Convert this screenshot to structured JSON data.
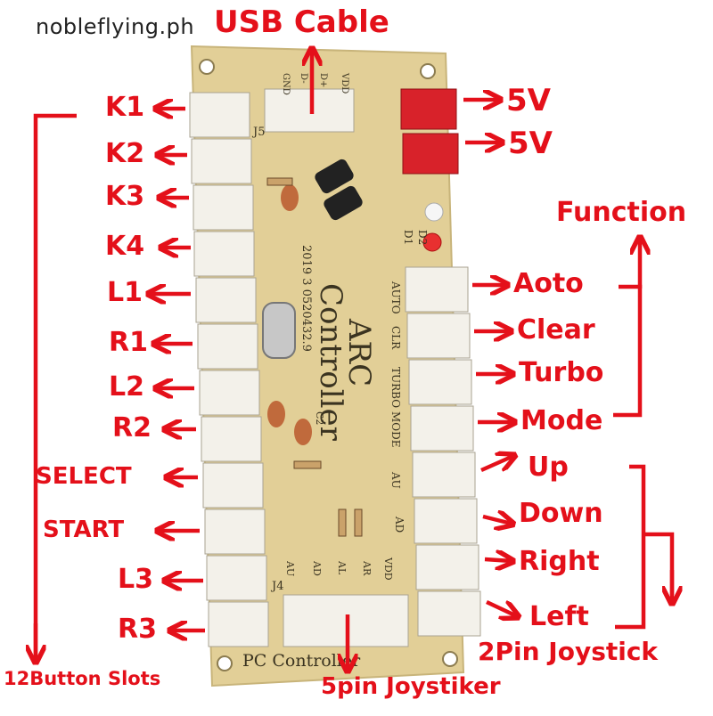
{
  "watermark": "nobleflying.ph",
  "top": {
    "usb_cable": "USB Cable"
  },
  "power": [
    "5V",
    "5V"
  ],
  "left_buttons": [
    "K1",
    "K2",
    "K3",
    "K4",
    "L1",
    "R1",
    "L2",
    "R2",
    "SELECT",
    "START",
    "L3",
    "R3"
  ],
  "left_group_label": "12Button Slots",
  "function_group_label": "Function",
  "function_buttons": [
    "Aoto",
    "Clear",
    "Turbo",
    "Mode"
  ],
  "direction_buttons": [
    "Up",
    "Down",
    "Right",
    "Left"
  ],
  "joystick_label": "2Pin Joystick",
  "bottom_label": "5pin Joystiker",
  "board": {
    "title_line1": "ARC",
    "title_line2": "Controller",
    "footer_text": "PC Controller",
    "side_labels": [
      "AUTO",
      "CLR",
      "TURBO",
      "MODE",
      "AU",
      "AD"
    ],
    "j4_pins": [
      "AU",
      "AD",
      "AL",
      "AR",
      "VDD"
    ],
    "j5_pins": [
      "GND",
      "D-",
      "D+",
      "VDD"
    ],
    "j4": "J4",
    "j5": "J5",
    "date_text": "2019 3 0520432.9",
    "led_labels": [
      "D1",
      "D2"
    ],
    "cap_label": "C2"
  },
  "colors": {
    "annotation_red": "#e4101a",
    "board": "#e2cf97",
    "connector": "#f3f1ea",
    "power_connector": "#d8222a"
  }
}
